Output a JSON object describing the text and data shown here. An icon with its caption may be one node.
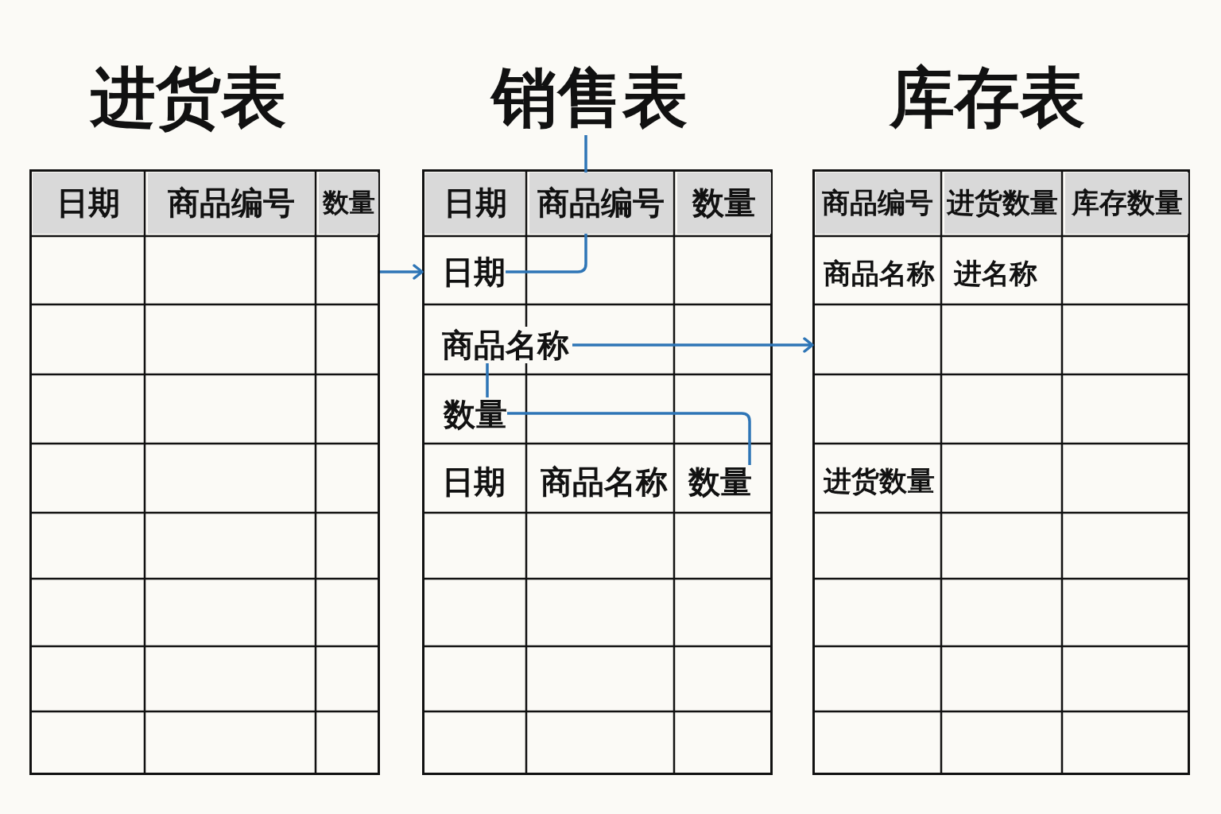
{
  "diagram": {
    "nodes": [
      {
        "text": [
          "进货表"
        ]
      },
      {
        "text": [],
        "shape": "box"
      },
      {
        "text": [
          "日期"
        ],
        "in": 1
      },
      {
        "text": [
          "商品编号"
        ],
        "in": 1
      },
      {
        "text": [
          "数量"
        ],
        "in": 1
      },
      {
        "text": [
          "销售表"
        ]
      },
      {
        "text": [],
        "shape": "box"
      },
      {
        "text": [
          "日期"
        ],
        "in": 6
      },
      {
        "text": [
          "商品编号"
        ],
        "in": 6
      },
      {
        "text": [
          "数量"
        ],
        "in": 6
      },
      {
        "text": [
          "日期"
        ],
        "in": 6
      },
      {
        "text": [
          "商品名称"
        ],
        "in": 6
      },
      {
        "text": [
          "数量"
        ],
        "in": 6
      },
      {
        "text": [
          "日期"
        ],
        "in": 6
      },
      {
        "text": [
          "商品名称"
        ],
        "in": 6
      },
      {
        "text": [
          "数量"
        ],
        "in": 6
      },
      {
        "text": [
          "库存表"
        ]
      },
      {
        "text": [],
        "shape": "box"
      },
      {
        "text": [
          "商品编号"
        ],
        "in": 17
      },
      {
        "text": [
          "进货数量"
        ],
        "in": 17
      },
      {
        "text": [
          "库存数量"
        ],
        "in": 17
      },
      {
        "text": [
          "商品名称"
        ],
        "in": 17
      },
      {
        "text": [
          "进名称"
        ],
        "in": 17
      },
      {
        "text": [
          "进货数量"
        ],
        "in": 17
      }
    ],
    "edges": [
      {
        "from": 1,
        "to": 6,
        "arrow": "to"
      },
      {
        "from": 5,
        "to": 8,
        "arrow": "none"
      },
      {
        "from": 8,
        "to": 10,
        "arrow": "none"
      },
      {
        "from": 11,
        "to": 17,
        "arrow": "to"
      },
      {
        "from": 11,
        "to": 12,
        "arrow": "none"
      },
      {
        "from": 12,
        "to": 15,
        "arrow": "none"
      }
    ]
  }
}
